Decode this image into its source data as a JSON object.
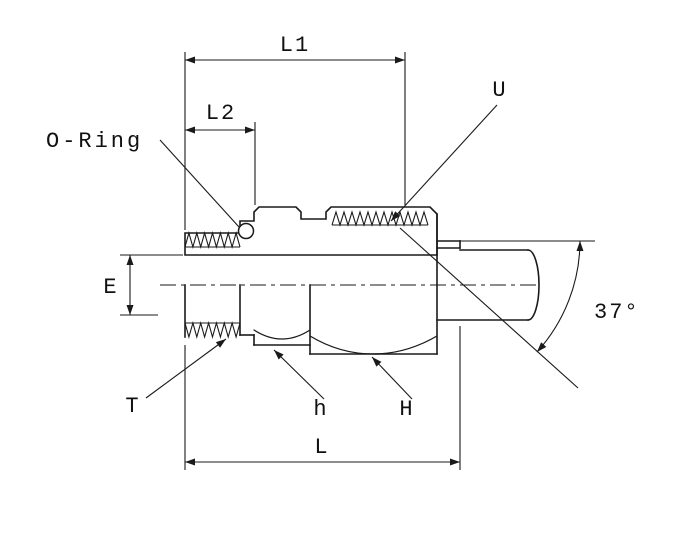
{
  "diagram": {
    "type": "engineering-drawing",
    "subject": "37-degree flare male connector fitting with O-ring, cross-section",
    "labels": {
      "l1": "L1",
      "l2": "L2",
      "u": "U",
      "oring": "O-Ring",
      "e": "E",
      "angle": "37°",
      "t": "T",
      "hex_small": "h",
      "hex_large": "H",
      "l": "L"
    },
    "colors": {
      "line": "#1a1a1a",
      "section_fill": "#e2e2e2",
      "background": "#ffffff"
    }
  }
}
